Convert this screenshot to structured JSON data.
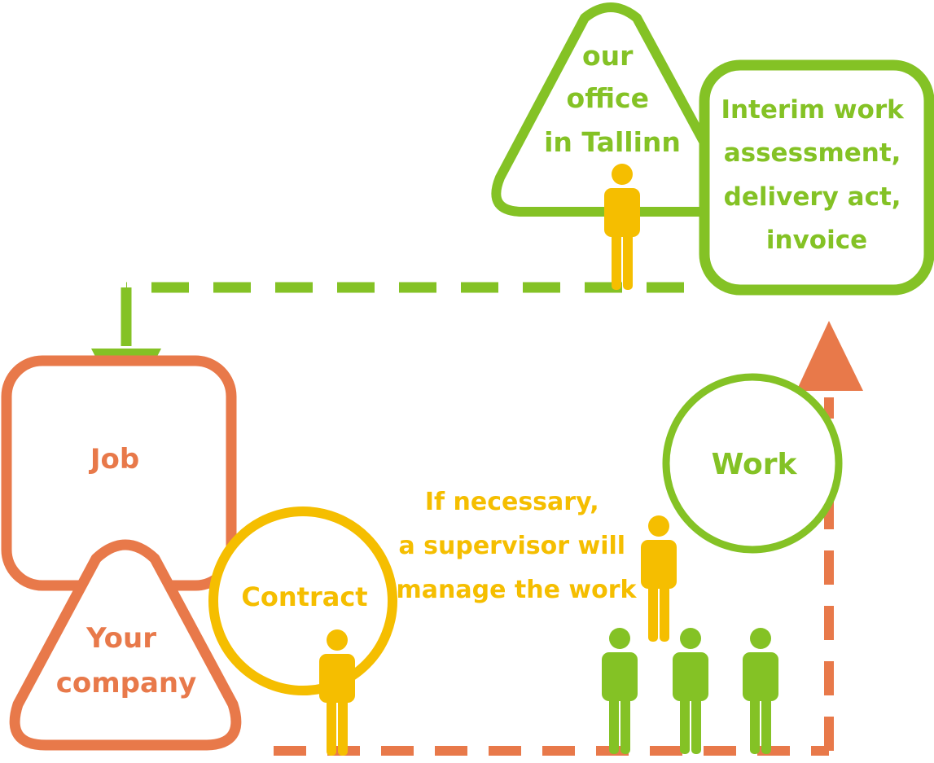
{
  "colors": {
    "orange": "#E8794A",
    "green": "#84C225",
    "yellow": "#F5BE00"
  },
  "nodes": {
    "office": {
      "lines": [
        "our",
        "office",
        "in Tallinn"
      ]
    },
    "interim": {
      "lines": [
        "Interim work",
        "assessment,",
        "delivery act,",
        "invoice"
      ]
    },
    "job": {
      "label": "Job"
    },
    "your_company": {
      "lines": [
        "Your",
        "company"
      ]
    },
    "contract": {
      "label": "Contract"
    },
    "work": {
      "label": "Work"
    }
  },
  "supervisor_note": {
    "lines": [
      "If necessary,",
      "a supervisor will",
      "manage the work"
    ]
  },
  "icons": [
    "person-icon"
  ]
}
